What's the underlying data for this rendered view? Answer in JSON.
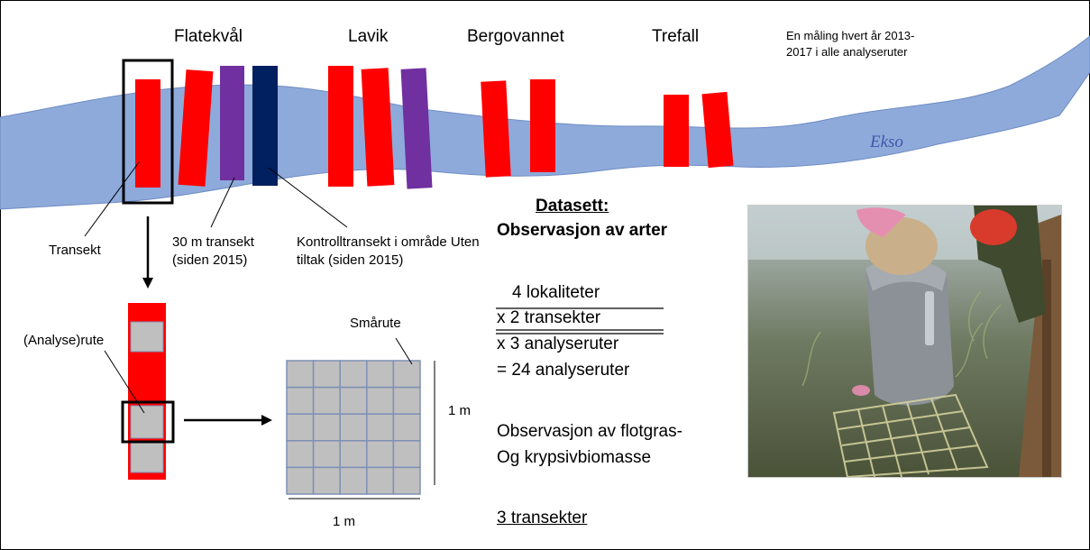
{
  "colors": {
    "river": "#8eaadb",
    "transect": "#ff0000",
    "transect_30m": "#7030a0",
    "control": "#002060",
    "cell": "#bfbfbf",
    "cell_border": "#7f8fb5"
  },
  "sites": [
    "Flatekvål",
    "Lavik",
    "Bergovannet",
    "Trefall"
  ],
  "note": "En måling hvert år 2013-2017 i alle analyseruter",
  "river_name": "Ekso",
  "labels": {
    "transect": "Transekt",
    "transect_30m": "30 m transekt (siden 2015)",
    "control": "Kontrolltransekt i område Uten tiltak (siden 2015)",
    "analysis_cell": "(Analyse)rute",
    "small_cell": "Smårute",
    "side_length_vertical": "1 m",
    "side_length_horizontal": "1 m"
  },
  "dataset": {
    "heading_line1": "Datasett:",
    "heading_line2": "Observasjon av arter",
    "line1": "4 lokaliteter",
    "line2": "x 2 transekter",
    "line3": "x 3 analyseruter",
    "line4": "= 24 analyseruter",
    "obs_line1": "Observasjon av flotgras-",
    "obs_line2": "Og krypsivbiomasse",
    "transects": "3 transekter"
  },
  "photo": {
    "subject": "person-placing-quadrat-in-water"
  }
}
